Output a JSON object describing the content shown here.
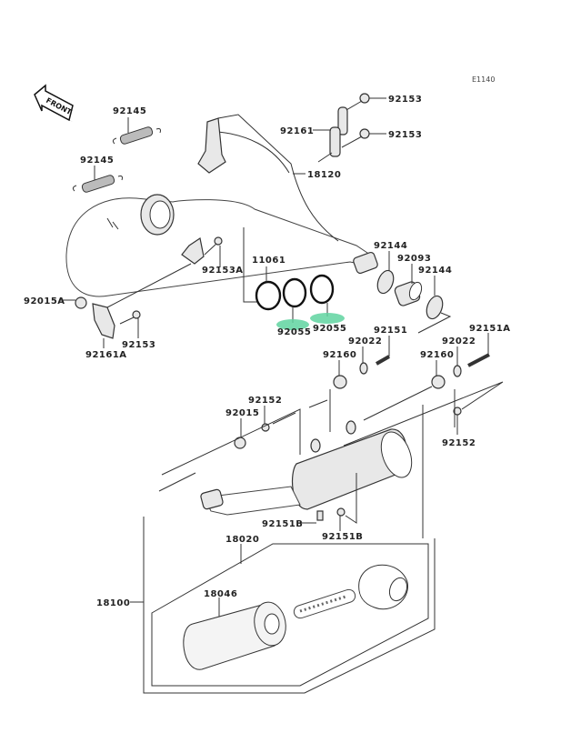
{
  "diagram": {
    "code": "E1140",
    "direction_label": "FRONT",
    "highlight_color": "#5fd3a0",
    "labels": {
      "spring_top": "92145",
      "spring_bottom": "92145",
      "bolt_top_right": "92153",
      "bolt_mid_right": "92153",
      "bracket_top": "92161",
      "exhaust_pipe": "18120",
      "bolt_a": "92153A",
      "gasket_11061": "11061",
      "oring_1": "92055",
      "oring_2": "92055",
      "nut_left_a": "92015A",
      "bracket_a": "92161A",
      "bolt_lower_left": "92153",
      "washer_left_top": "92144",
      "collar": "92093",
      "washer_right_top": "92144",
      "bolt_92151": "92151",
      "bolt_92151a": "92151A",
      "washer_92022_left": "92022",
      "washer_92022_right": "92022",
      "grommet_left": "92160",
      "grommet_right": "92160",
      "bolt_92152_left": "92152",
      "nut_92015": "92015",
      "bolt_92152_right": "92152",
      "bolt_92151b_left": "92151B",
      "bolt_92151b_right": "92151B",
      "silencer_assy": "18020",
      "muffler_assy": "18100",
      "packing": "18046"
    }
  }
}
